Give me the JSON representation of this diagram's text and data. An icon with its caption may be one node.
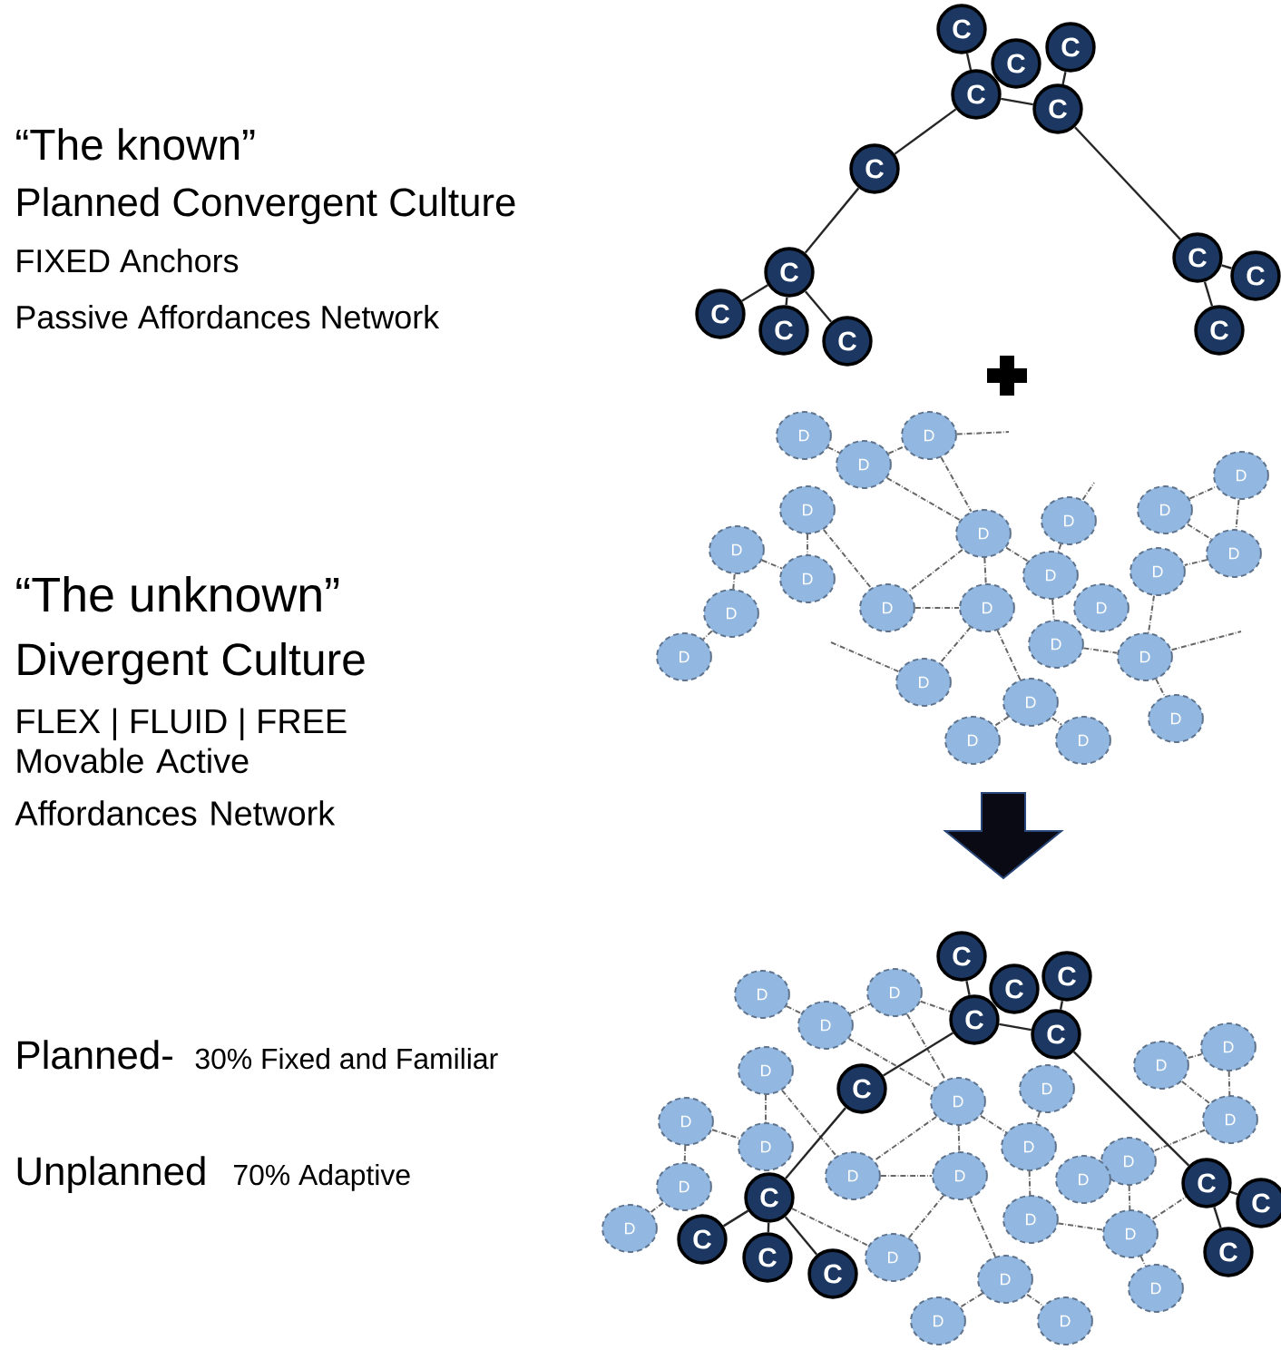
{
  "diagram": {
    "nodes": [
      {
        "text": [
          "C"
        ]
      },
      {
        "text": [
          "C"
        ]
      },
      {
        "text": [
          "C"
        ]
      },
      {
        "text": [
          "C"
        ]
      },
      {
        "text": [
          "C"
        ]
      },
      {
        "text": [
          "C"
        ]
      },
      {
        "text": [
          "C"
        ]
      },
      {
        "text": [
          "C"
        ]
      },
      {
        "text": [
          "C"
        ]
      },
      {
        "text": [
          "C"
        ]
      },
      {
        "text": [
          "C"
        ]
      },
      {
        "text": [
          "C"
        ]
      },
      {
        "text": [
          "C"
        ]
      },
      {
        "text": [
          "D"
        ]
      },
      {
        "text": [
          "D"
        ]
      },
      {
        "text": [
          "D"
        ]
      },
      {
        "text": [
          "D"
        ]
      },
      {
        "text": [
          "D"
        ]
      },
      {
        "text": [
          "D"
        ]
      },
      {
        "text": [
          "D"
        ]
      },
      {
        "text": [
          "D"
        ]
      },
      {
        "text": [
          "D"
        ]
      },
      {
        "text": [
          "D"
        ]
      },
      {
        "text": [
          "D"
        ]
      },
      {
        "text": [
          "D"
        ]
      },
      {
        "text": [
          "D"
        ]
      },
      {
        "text": [
          "D"
        ]
      },
      {
        "text": [
          "D"
        ]
      },
      {
        "text": [
          "D"
        ]
      },
      {
        "text": [
          "D"
        ]
      },
      {
        "text": [
          "D"
        ]
      },
      {
        "text": [
          "D"
        ]
      },
      {
        "text": [
          "D"
        ]
      },
      {
        "text": [
          "D"
        ]
      },
      {
        "text": [
          "D"
        ]
      },
      {
        "text": [
          "D"
        ]
      },
      {
        "text": [
          "D"
        ]
      },
      {
        "text": [
          "D"
        ]
      },
      {
        "text": [
          "D"
        ]
      },
      {
        "text": [
          "D"
        ]
      },
      {
        "text": [
          "D"
        ]
      },
      {
        "text": [
          "D"
        ]
      },
      {
        "text": [
          "D"
        ]
      },
      {
        "text": [
          "D"
        ]
      },
      {
        "text": [
          "D"
        ]
      },
      {
        "text": [
          "D"
        ]
      },
      {
        "text": [
          "D"
        ]
      },
      {
        "text": [
          "D"
        ]
      },
      {
        "text": [
          "D"
        ]
      },
      {
        "text": [
          "D"
        ]
      },
      {
        "text": [
          "D"
        ]
      },
      {
        "text": [
          "D"
        ]
      },
      {
        "text": [
          "D"
        ]
      },
      {
        "text": [
          "D"
        ]
      },
      {
        "text": [
          "D"
        ]
      },
      {
        "text": [
          "D"
        ]
      },
      {
        "text": [
          "D"
        ]
      },
      {
        "text": [
          "D"
        ]
      },
      {
        "text": [
          "D"
        ]
      },
      {
        "text": [
          "D"
        ]
      },
      {
        "text": [
          "D"
        ]
      },
      {
        "text": [
          "D"
        ]
      },
      {
        "text": [
          "D"
        ]
      },
      {
        "text": [
          "C"
        ]
      },
      {
        "text": [
          "C"
        ]
      },
      {
        "text": [
          "C"
        ]
      },
      {
        "text": [
          "C"
        ]
      },
      {
        "text": [
          "C"
        ]
      },
      {
        "text": [
          "C"
        ]
      },
      {
        "text": [
          "C"
        ]
      },
      {
        "text": [
          "C"
        ]
      },
      {
        "text": [
          "C"
        ]
      },
      {
        "text": [
          "C"
        ]
      },
      {
        "text": [
          "C"
        ]
      },
      {
        "text": [
          "C"
        ]
      },
      {
        "text": [
          "C"
        ]
      }
    ],
    "edges": [
      {
        "from": 0,
        "to": 3,
        "arrow": "none"
      },
      {
        "from": 3,
        "to": 4,
        "arrow": "none"
      },
      {
        "from": 2,
        "to": 4,
        "arrow": "none"
      },
      {
        "from": 3,
        "to": 5,
        "arrow": "none"
      },
      {
        "from": 5,
        "to": 6,
        "arrow": "none"
      },
      {
        "from": 6,
        "to": 7,
        "arrow": "none"
      },
      {
        "from": 6,
        "to": 8,
        "arrow": "none"
      },
      {
        "from": 6,
        "to": 9,
        "arrow": "none"
      },
      {
        "from": 4,
        "to": 10,
        "arrow": "none"
      },
      {
        "from": 10,
        "to": 11,
        "arrow": "none"
      },
      {
        "from": 10,
        "to": 12,
        "arrow": "none"
      },
      {
        "from": 13,
        "to": 14,
        "arrow": "none",
        "style": "dashed"
      },
      {
        "from": 14,
        "to": 15,
        "arrow": "none",
        "style": "dashed"
      },
      {
        "from": 15,
        "to": null,
        "arrow": "none",
        "style": "dashed"
      },
      {
        "from": 14,
        "to": 21,
        "arrow": "none",
        "style": "dashed"
      },
      {
        "from": 15,
        "to": 21,
        "arrow": "none",
        "style": "dashed"
      },
      {
        "from": 16,
        "to": 24,
        "arrow": "none",
        "style": "dashed"
      },
      {
        "from": 16,
        "to": 18,
        "arrow": "none",
        "style": "dashed"
      },
      {
        "from": 17,
        "to": 18,
        "arrow": "none",
        "style": "dashed"
      },
      {
        "from": 17,
        "to": 19,
        "arrow": "none",
        "style": "dashed"
      },
      {
        "from": 19,
        "to": 20,
        "arrow": "none",
        "style": "dashed"
      },
      {
        "from": 21,
        "to": 24,
        "arrow": "none",
        "style": "dashed"
      },
      {
        "from": 21,
        "to": 25,
        "arrow": "none",
        "style": "dashed"
      },
      {
        "from": 21,
        "to": 23,
        "arrow": "none",
        "style": "dashed"
      },
      {
        "from": 22,
        "to": 23,
        "arrow": "none",
        "style": "dashed"
      },
      {
        "from": 22,
        "to": null,
        "arrow": "none",
        "style": "dashed"
      },
      {
        "from": 23,
        "to": 31,
        "arrow": "none",
        "style": "dashed"
      },
      {
        "from": 24,
        "to": 25,
        "arrow": "none",
        "style": "dashed"
      },
      {
        "from": 25,
        "to": 33,
        "arrow": "none",
        "style": "dashed"
      },
      {
        "from": 25,
        "to": 34,
        "arrow": "none",
        "style": "dashed"
      },
      {
        "from": 26,
        "to": 27,
        "arrow": "none",
        "style": "dashed"
      },
      {
        "from": 27,
        "to": 28,
        "arrow": "none",
        "style": "dashed"
      },
      {
        "from": 26,
        "to": 28,
        "arrow": "none",
        "style": "dashed"
      },
      {
        "from": 28,
        "to": 29,
        "arrow": "none",
        "style": "dashed"
      },
      {
        "from": 29,
        "to": 32,
        "arrow": "none",
        "style": "dashed"
      },
      {
        "from": 31,
        "to": 32,
        "arrow": "none",
        "style": "dashed"
      },
      {
        "from": 32,
        "to": null,
        "arrow": "none",
        "style": "dashed"
      },
      {
        "from": 32,
        "to": 35,
        "arrow": "none",
        "style": "dashed"
      },
      {
        "from": 34,
        "to": 36,
        "arrow": "none",
        "style": "dashed"
      },
      {
        "from": 34,
        "to": 37,
        "arrow": "none",
        "style": "dashed"
      },
      {
        "from": null,
        "to": 33,
        "arrow": "none",
        "style": "dashed"
      },
      {
        "from": 38,
        "to": 39,
        "arrow": "none",
        "style": "dashed"
      },
      {
        "from": 39,
        "to": 40,
        "arrow": "none",
        "style": "dashed"
      },
      {
        "from": 39,
        "to": 46,
        "arrow": "none",
        "style": "dashed"
      },
      {
        "from": 40,
        "to": 46,
        "arrow": "none",
        "style": "dashed"
      },
      {
        "from": 41,
        "to": 49,
        "arrow": "none",
        "style": "dashed"
      },
      {
        "from": 41,
        "to": 43,
        "arrow": "none",
        "style": "dashed"
      },
      {
        "from": 42,
        "to": 43,
        "arrow": "none",
        "style": "dashed"
      },
      {
        "from": 42,
        "to": 44,
        "arrow": "none",
        "style": "dashed"
      },
      {
        "from": 44,
        "to": 45,
        "arrow": "none",
        "style": "dashed"
      },
      {
        "from": 46,
        "to": 49,
        "arrow": "none",
        "style": "dashed"
      },
      {
        "from": 46,
        "to": 50,
        "arrow": "none",
        "style": "dashed"
      },
      {
        "from": 46,
        "to": 48,
        "arrow": "none",
        "style": "dashed"
      },
      {
        "from": 47,
        "to": 48,
        "arrow": "none",
        "style": "dashed"
      },
      {
        "from": 48,
        "to": 56,
        "arrow": "none",
        "style": "dashed"
      },
      {
        "from": 49,
        "to": 50,
        "arrow": "none",
        "style": "dashed"
      },
      {
        "from": 50,
        "to": 58,
        "arrow": "none",
        "style": "dashed"
      },
      {
        "from": 50,
        "to": 59,
        "arrow": "none",
        "style": "dashed"
      },
      {
        "from": 51,
        "to": 52,
        "arrow": "none",
        "style": "dashed"
      },
      {
        "from": 52,
        "to": 53,
        "arrow": "none",
        "style": "dashed"
      },
      {
        "from": 51,
        "to": 53,
        "arrow": "none",
        "style": "dashed"
      },
      {
        "from": 53,
        "to": 54,
        "arrow": "none",
        "style": "dashed"
      },
      {
        "from": 54,
        "to": 57,
        "arrow": "none",
        "style": "dashed"
      },
      {
        "from": 56,
        "to": 57,
        "arrow": "none",
        "style": "dashed"
      },
      {
        "from": 57,
        "to": 60,
        "arrow": "none",
        "style": "dashed"
      },
      {
        "from": 59,
        "to": 61,
        "arrow": "none",
        "style": "dashed"
      },
      {
        "from": 59,
        "to": 62,
        "arrow": "none",
        "style": "dashed"
      },
      {
        "from": 63,
        "to": 66,
        "arrow": "none"
      },
      {
        "from": 66,
        "to": 67,
        "arrow": "none"
      },
      {
        "from": 65,
        "to": 67,
        "arrow": "none"
      },
      {
        "from": 66,
        "to": 68,
        "arrow": "none"
      },
      {
        "from": 68,
        "to": 69,
        "arrow": "none"
      },
      {
        "from": 69,
        "to": 70,
        "arrow": "none"
      },
      {
        "from": 69,
        "to": 71,
        "arrow": "none"
      },
      {
        "from": 69,
        "to": 72,
        "arrow": "none"
      },
      {
        "from": 67,
        "to": 73,
        "arrow": "none"
      },
      {
        "from": 73,
        "to": 74,
        "arrow": "none"
      },
      {
        "from": 73,
        "to": 75,
        "arrow": "none"
      },
      {
        "from": 40,
        "to": 66,
        "arrow": "none",
        "style": "dashed"
      },
      {
        "from": 69,
        "to": 58,
        "arrow": "none",
        "style": "dashed"
      },
      {
        "from": 57,
        "to": 73,
        "arrow": "none",
        "style": "dashed"
      }
    ],
    "labels": [
      "“The known”",
      "Planned Convergent Culture",
      "FIXED Anchors",
      "Passive Affordances Network",
      "“The unknown”",
      "Divergent Culture",
      "FLEX | FLUID | FREE",
      "Movable Active Affordances Network",
      "Planned-",
      "30% Fixed and Familiar",
      "Unplanned",
      "70% Adaptive"
    ]
  }
}
